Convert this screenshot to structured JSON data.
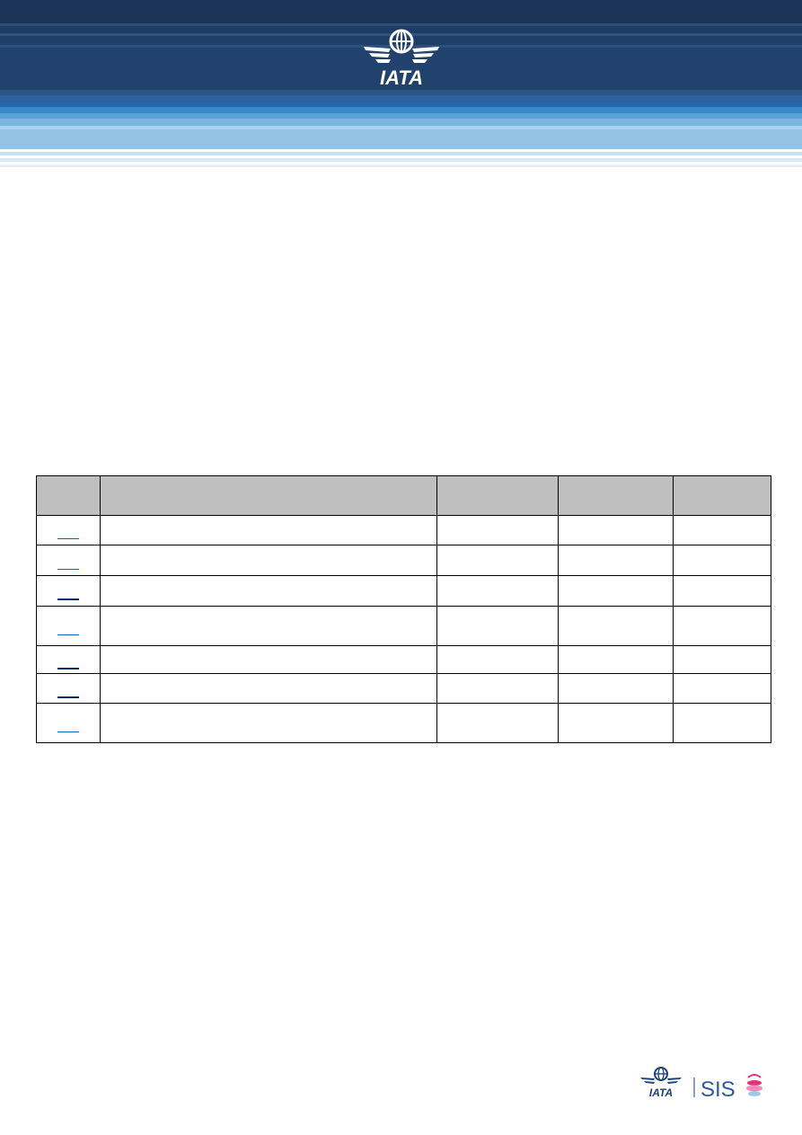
{
  "header": {
    "logo_text": "IATA",
    "logo_icon": "iata-globe-wings-icon",
    "colors": {
      "dark_navy": "#1b3457",
      "mid_blue": "#2c62a0",
      "light_blue": "#94c3e6"
    }
  },
  "table": {
    "columns": [
      "",
      "",
      "",
      "",
      ""
    ],
    "rows": [
      {
        "link": "",
        "description": "",
        "col3": "",
        "col4": "",
        "col5": ""
      },
      {
        "link": "",
        "description": "",
        "col3": "",
        "col4": "",
        "col5": ""
      },
      {
        "link": "",
        "description": "",
        "col3": "",
        "col4": "",
        "col5": ""
      },
      {
        "link": "",
        "description": "",
        "col3": "",
        "col4": "",
        "col5": ""
      },
      {
        "link": "",
        "description": "",
        "col3": "",
        "col4": "",
        "col5": ""
      },
      {
        "link": "",
        "description": "",
        "col3": "",
        "col4": "",
        "col5": ""
      },
      {
        "link": "",
        "description": "",
        "col3": "",
        "col4": "",
        "col5": ""
      }
    ],
    "header_fill": "#bfbfbf",
    "link_color": "#0563c1"
  },
  "footer": {
    "logo_text": "IATA",
    "product_text": "SIS",
    "logo_icon": "iata-globe-wings-icon",
    "sis_icon": "sis-globe-icon",
    "product_color": "#2a5aa0"
  }
}
